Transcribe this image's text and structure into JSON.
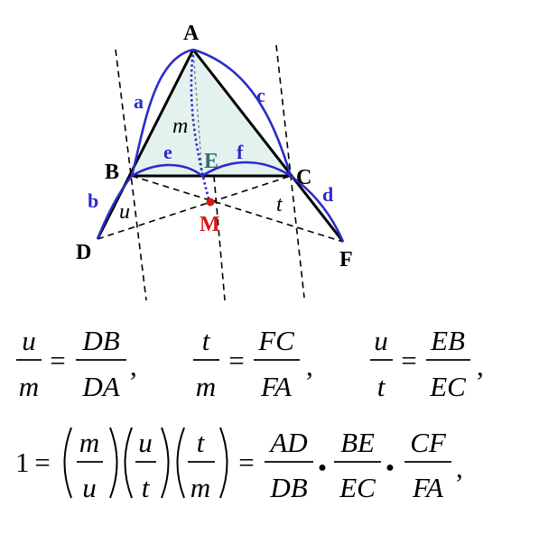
{
  "colors": {
    "triangle_fill": "#e4f2ef",
    "arc_stroke": "#2b2bc8",
    "arc_label": "#2b2bc8",
    "point_m": "#d81818",
    "line": "#000000"
  },
  "points": {
    "A": "A",
    "B": "B",
    "C": "C",
    "D": "D",
    "E": "E",
    "F": "F",
    "M": "M"
  },
  "arcs": {
    "a": "a",
    "b": "b",
    "c": "c",
    "d": "d",
    "e": "e",
    "f": "f"
  },
  "angles": {
    "m": "m",
    "u": "u",
    "t": "t"
  },
  "formulas": {
    "eq1": {
      "lhs_num": "u",
      "lhs_den": "m",
      "rhs_num": "DB",
      "rhs_den": "DA",
      "eq": "=",
      "sep": ","
    },
    "eq2": {
      "lhs_num": "t",
      "lhs_den": "m",
      "rhs_num": "FC",
      "rhs_den": "FA",
      "eq": "=",
      "sep": ","
    },
    "eq3": {
      "lhs_num": "u",
      "lhs_den": "t",
      "rhs_num": "EB",
      "rhs_den": "EC",
      "eq": "=",
      "sep": ","
    },
    "eq4": {
      "one": "1",
      "eq": "=",
      "f1_num": "m",
      "f1_den": "u",
      "f2_num": "u",
      "f2_den": "t",
      "f3_num": "t",
      "f3_den": "m",
      "r1_num": "AD",
      "r1_den": "DB",
      "r2_num": "BE",
      "r2_den": "EC",
      "r3_num": "CF",
      "r3_den": "FA",
      "dot": "●",
      "sep": ","
    }
  }
}
